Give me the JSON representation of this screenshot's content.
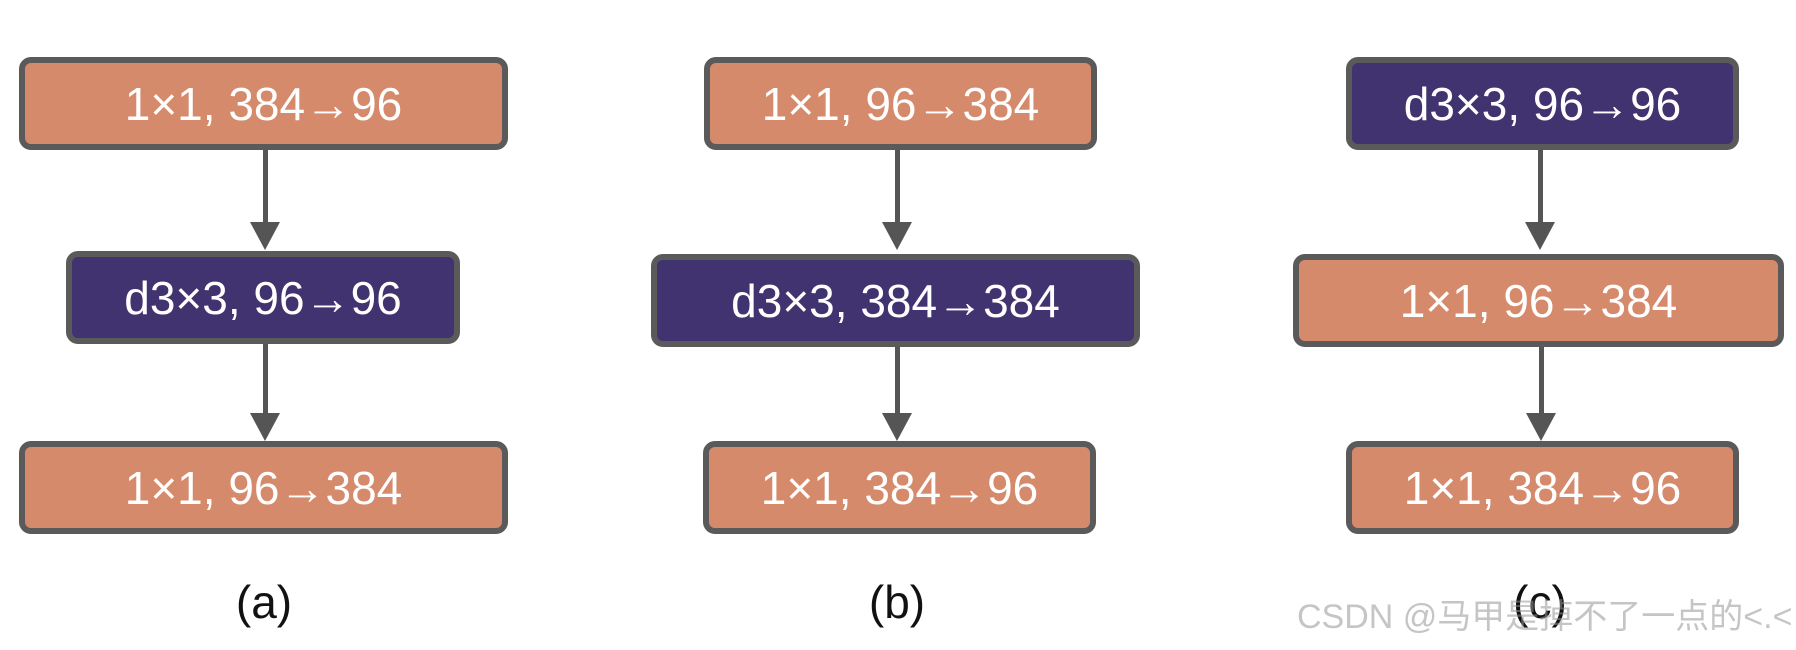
{
  "colors": {
    "orange": "#d68a6c",
    "purple": "#41336f",
    "border": "#5a5a5a",
    "arrow": "#555555"
  },
  "columns": [
    {
      "caption": "(a)",
      "blocks": [
        {
          "label": "1×1, 384→96",
          "color": "orange"
        },
        {
          "label": "d3×3, 96→96",
          "color": "purple"
        },
        {
          "label": "1×1, 96→384",
          "color": "orange"
        }
      ]
    },
    {
      "caption": "(b)",
      "blocks": [
        {
          "label": "1×1, 96→384",
          "color": "orange"
        },
        {
          "label": "d3×3, 384→384",
          "color": "purple"
        },
        {
          "label": "1×1, 384→96",
          "color": "orange"
        }
      ]
    },
    {
      "caption": "(c)",
      "blocks": [
        {
          "label": "d3×3, 96→96",
          "color": "purple"
        },
        {
          "label": "1×1, 96→384",
          "color": "orange"
        },
        {
          "label": "1×1, 384→96",
          "color": "orange"
        }
      ]
    }
  ],
  "watermark": "CSDN @马甲是掉不了一点的<.<"
}
